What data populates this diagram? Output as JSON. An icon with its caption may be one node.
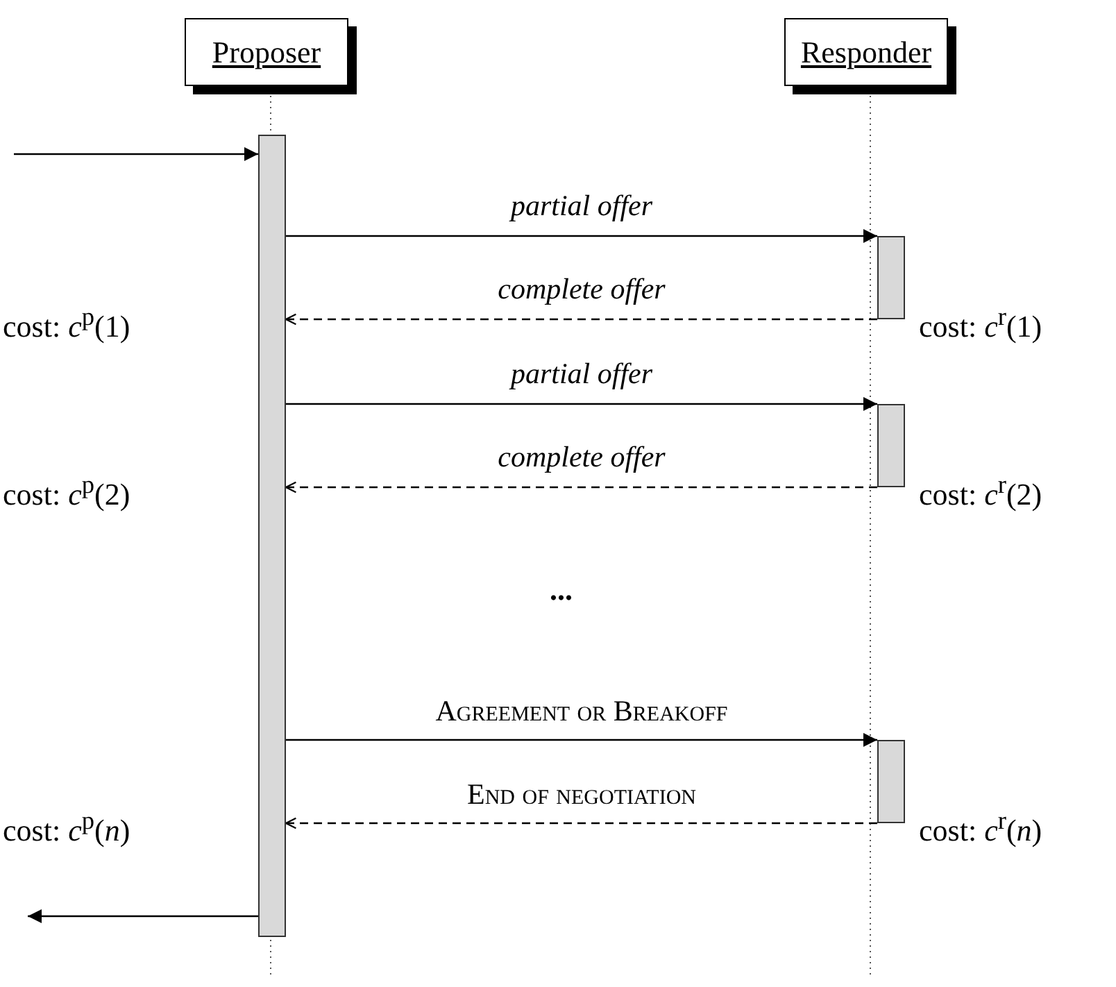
{
  "diagram": {
    "nodes": [
      {
        "text": [
          "Proposer"
        ]
      },
      {
        "text": [
          "Responder"
        ]
      },
      {
        "text": [],
        "shape": "bar"
      },
      {
        "text": [],
        "shape": "bar"
      },
      {
        "text": [],
        "shape": "bar"
      },
      {
        "text": [],
        "shape": "bar"
      }
    ],
    "edges": [
      {
        "from": null,
        "to": 2,
        "arrow": "to"
      },
      {
        "from": 2,
        "to": 3,
        "arrow": "to",
        "label": "partial offer"
      },
      {
        "from": 3,
        "to": 2,
        "arrow": "to",
        "label": "complete offer",
        "style": "dashed"
      },
      {
        "from": 2,
        "to": 4,
        "arrow": "to",
        "label": "partial offer"
      },
      {
        "from": 4,
        "to": 2,
        "arrow": "to",
        "label": "complete offer",
        "style": "dashed"
      },
      {
        "from": 2,
        "to": 5,
        "arrow": "to",
        "label": "Agreement or Breakoff"
      },
      {
        "from": 5,
        "to": 2,
        "arrow": "to",
        "label": "End of negotiation",
        "style": "dashed"
      },
      {
        "from": 2,
        "to": null,
        "arrow": "to"
      }
    ],
    "labels": [
      "cost: *c*$^{p}$(1)",
      "cost: *c*$^{r}$(1)",
      "cost: *c*$^{p}$(2)",
      "cost: *c*$^{r}$(2)",
      "...",
      "cost: *c*$^{p}$(*n*)",
      "cost: *c*$^{r}$(*n*)"
    ]
  }
}
